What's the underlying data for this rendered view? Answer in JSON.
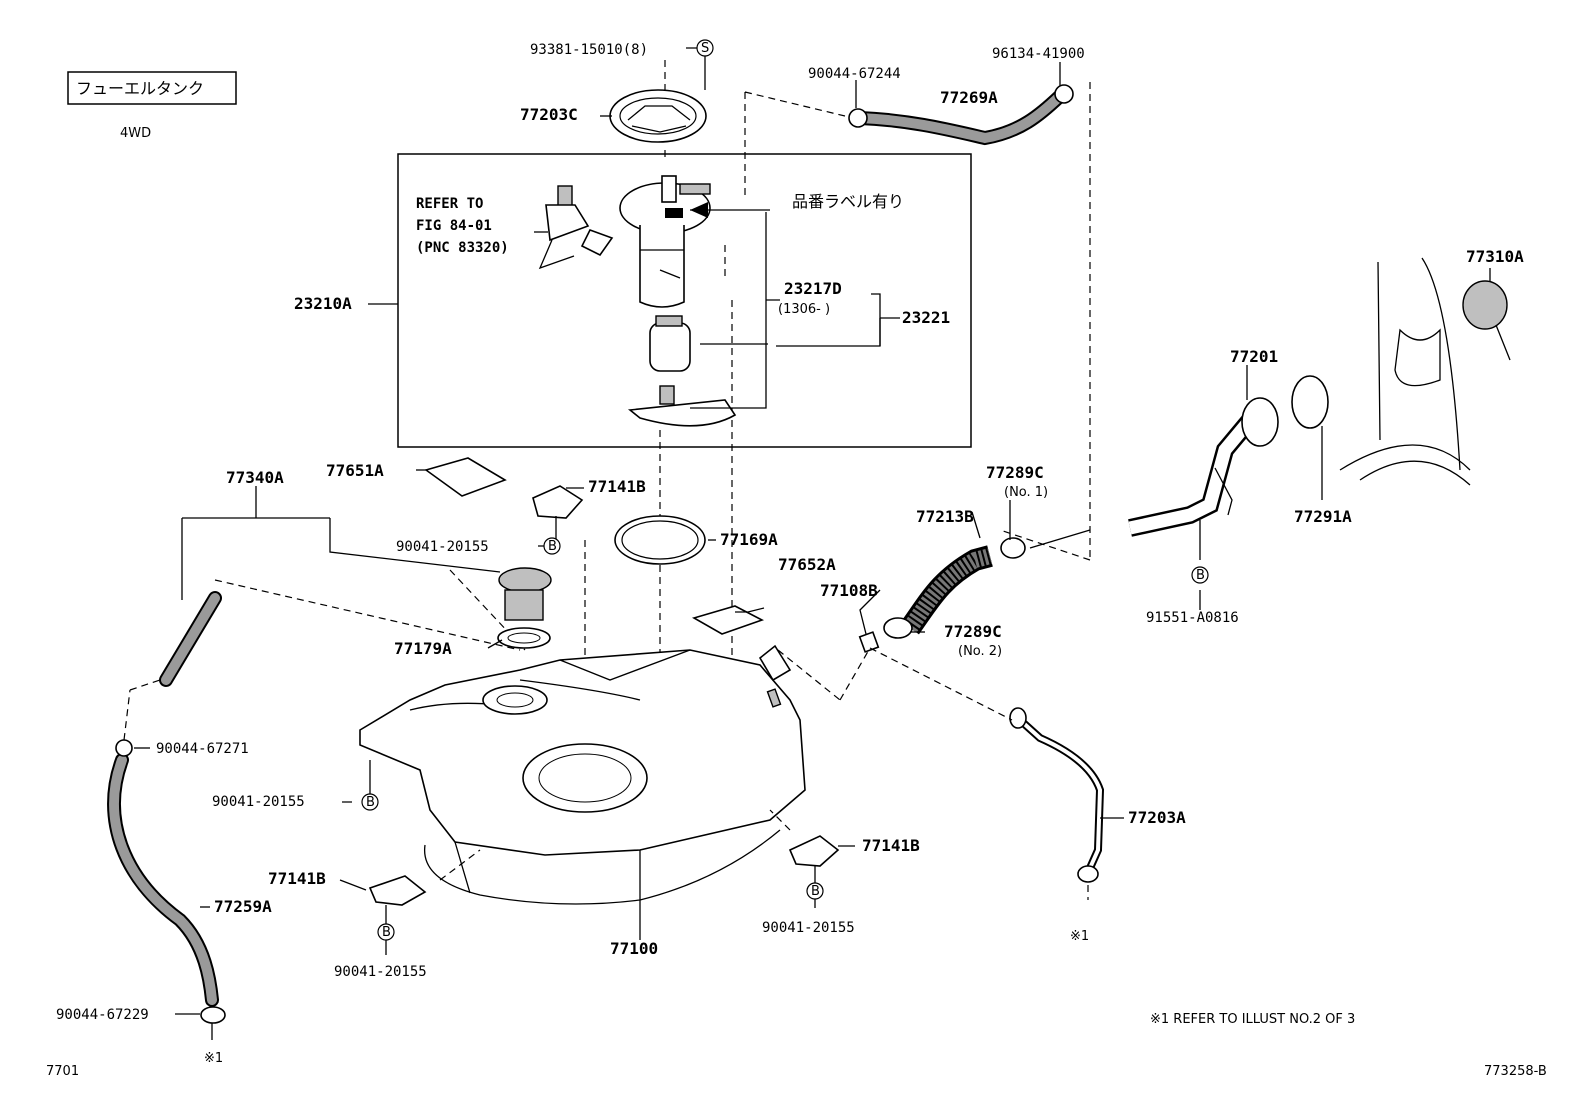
{
  "title_box": "フューエルタンク",
  "variant": "4WD",
  "fig_no": "7701",
  "illust_no": "773258-B",
  "footnote": "※1 REFER TO ILLUST NO.2 OF 3",
  "circle_S": "S",
  "circle_B": "B",
  "mark_1": "※1",
  "labels": {
    "p93381": "93381-15010(8)",
    "p77203C": "77203C",
    "p90044_67244": "90044-67244",
    "p77269A": "77269A",
    "p96134": "96134-41900",
    "refer1": "REFER TO",
    "refer2": "FIG 84-01",
    "refer3": "(PNC 83320)",
    "label_note": "品番ラベル有り",
    "p23210A": "23210A",
    "p23217D": "23217D",
    "p23217D_note": "(1306‐   )",
    "p23221": "23221",
    "p77310A": "77310A",
    "p77201": "77201",
    "p77291A": "77291A",
    "p77340A": "77340A",
    "p77651A": "77651A",
    "p77141B_top": "77141B",
    "p90041_top": "90041-20155",
    "p77169A": "77169A",
    "p77652A": "77652A",
    "p77289C_1": "77289C",
    "p77289C_1_note": "(No. 1)",
    "p77213B": "77213B",
    "p77108B": "77108B",
    "p77289C_2": "77289C",
    "p77289C_2_note": "(No. 2)",
    "p91551": "91551-A0816",
    "p77179A": "77179A",
    "p90044_67271": "90044-67271",
    "p90041_left": "90041-20155",
    "p77141B_left": "77141B",
    "p77259A": "77259A",
    "p90041_bottom": "90041-20155",
    "p77100": "77100",
    "p77141B_right": "77141B",
    "p90041_right": "90041-20155",
    "p77203A": "77203A",
    "p90044_67229": "90044-67229"
  }
}
